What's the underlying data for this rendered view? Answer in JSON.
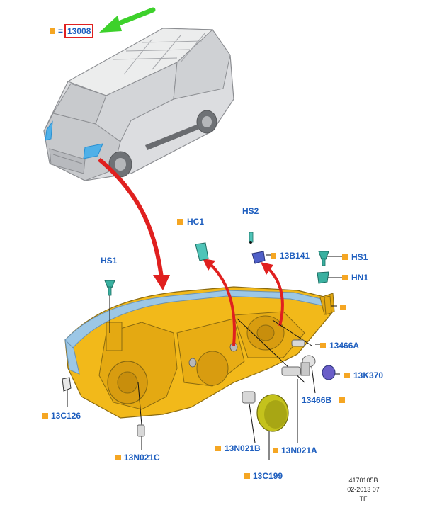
{
  "diagram": {
    "legend_code": "13008",
    "legend_equals": "=",
    "parts": {
      "hs2": "HS2",
      "hc1": "HC1",
      "b141": "13B141",
      "hs1_left": "HS1",
      "hs1_right": "HS1",
      "hn1": "HN1",
      "a466": "13466A",
      "k370": "13K370",
      "b466": "13466B",
      "c126": "13C126",
      "n021c": "13N021C",
      "n021b": "13N021B",
      "n021a": "13N021A",
      "c199": "13C199"
    },
    "footer": {
      "drawing_id": "4170105B",
      "date": "02-2013 07",
      "initials": "TF"
    },
    "colors": {
      "label_blue": "#1f5fbf",
      "marker_orange": "#f5a623",
      "highlight_red": "#e02020",
      "arrow_green": "#3dd12b",
      "housing_yellow": "#f2b91a",
      "lens_blue": "#9cc7e6",
      "cover_green": "#c4c21c"
    }
  }
}
